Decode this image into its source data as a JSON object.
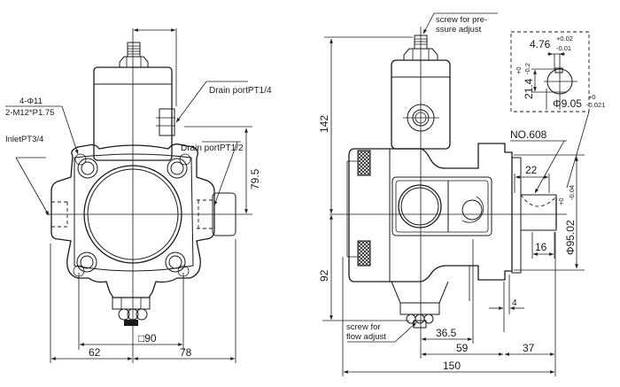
{
  "drawing": {
    "colors": {
      "line": "#1a1a1a",
      "background": "#ffffff"
    },
    "front_view": {
      "labels": {
        "bolt_holes": "4-Φ11",
        "bolt_thread": "2-M12*P1.75",
        "inlet": "InletPT3/4",
        "drain_port_top": "Drain portPT1/4",
        "drain_port_side": "Drain portPT1/2"
      },
      "dimensions": {
        "height_to_center": "79.5",
        "flange_square": "□90",
        "left_width": "62",
        "right_width": "78"
      }
    },
    "side_view": {
      "labels": {
        "pressure_screw": "screw for pre-",
        "pressure_screw_2": "ssure adjust",
        "flow_screw": "screw for",
        "flow_screw_2": "flow adjust",
        "key": "NO.608"
      },
      "dimensions": {
        "top_height": "142",
        "bottom_height": "92",
        "shaft_key_length": "22",
        "shaft_length": "16",
        "pilot_diameter": "Φ95.02",
        "pilot_tol_upper": "+0",
        "pilot_tol_lower": "-0.04",
        "flange_thickness": "4",
        "dim_36_5": "36.5",
        "dim_59": "59",
        "dim_37": "37",
        "overall_length": "150"
      },
      "detail": {
        "key_width": "4.76",
        "key_width_tol_upper": "+0.02",
        "key_width_tol_lower": "-0.01",
        "key_height": "21.4",
        "key_height_tol_upper": "+0",
        "key_height_tol_lower": "-0.2",
        "shaft_diameter": "Φ9.05",
        "shaft_tol_upper": "+0",
        "shaft_tol_lower": "-0.021"
      }
    }
  }
}
